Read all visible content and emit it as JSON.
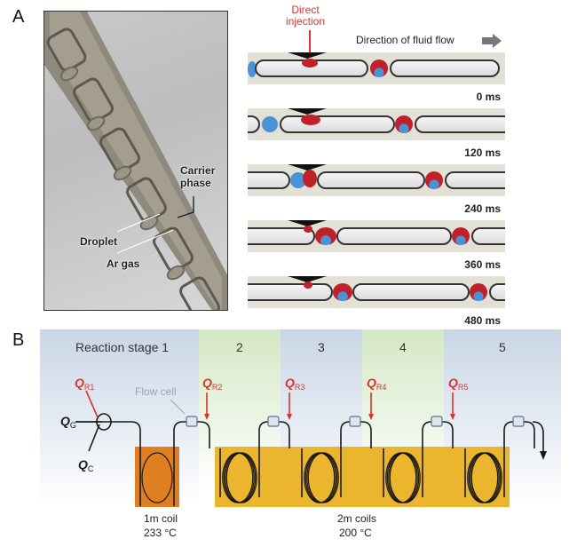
{
  "panel_a": {
    "letter": "A",
    "photo_labels": {
      "carrier_phase_line1": "Carrier",
      "carrier_phase_line2": "phase",
      "droplet": "Droplet",
      "ar_gas": "Ar gas"
    },
    "injection_label_line1": "Direct",
    "injection_label_line2": "injection",
    "flow_direction_label": "Direction of fluid flow",
    "frames": [
      {
        "time": "0 ms"
      },
      {
        "time": "120 ms"
      },
      {
        "time": "240 ms"
      },
      {
        "time": "360 ms"
      },
      {
        "time": "480 ms"
      }
    ]
  },
  "panel_b": {
    "letter": "B",
    "stages": [
      {
        "label": "Reaction stage 1",
        "color": "#c9d6e6"
      },
      {
        "label": "2",
        "color": "#d4e8c4"
      },
      {
        "label": "3",
        "color": "#c9d6e6"
      },
      {
        "label": "4",
        "color": "#d4e8c4"
      },
      {
        "label": "5",
        "color": "#c9d6e6"
      }
    ],
    "inputs": {
      "gas": {
        "symbol": "Q",
        "sub": "G"
      },
      "carrier": {
        "symbol": "Q",
        "sub": "C"
      }
    },
    "reagent_inlets": [
      {
        "symbol": "Q",
        "sub": "R1"
      },
      {
        "symbol": "Q",
        "sub": "R2"
      },
      {
        "symbol": "Q",
        "sub": "R3"
      },
      {
        "symbol": "Q",
        "sub": "R4"
      },
      {
        "symbol": "Q",
        "sub": "R5"
      }
    ],
    "flow_cell_label": "Flow cell",
    "coil_groups": [
      {
        "line1": "1m coil",
        "line2": "233 °C",
        "color": "#e07e22"
      },
      {
        "line1": "2m coils",
        "line2": "200 °C",
        "color": "#ecb52e"
      }
    ],
    "colors": {
      "reagent_red": "#d9342b",
      "tubing": "#1a1a1a",
      "flow_cell": "#5a7090"
    }
  }
}
